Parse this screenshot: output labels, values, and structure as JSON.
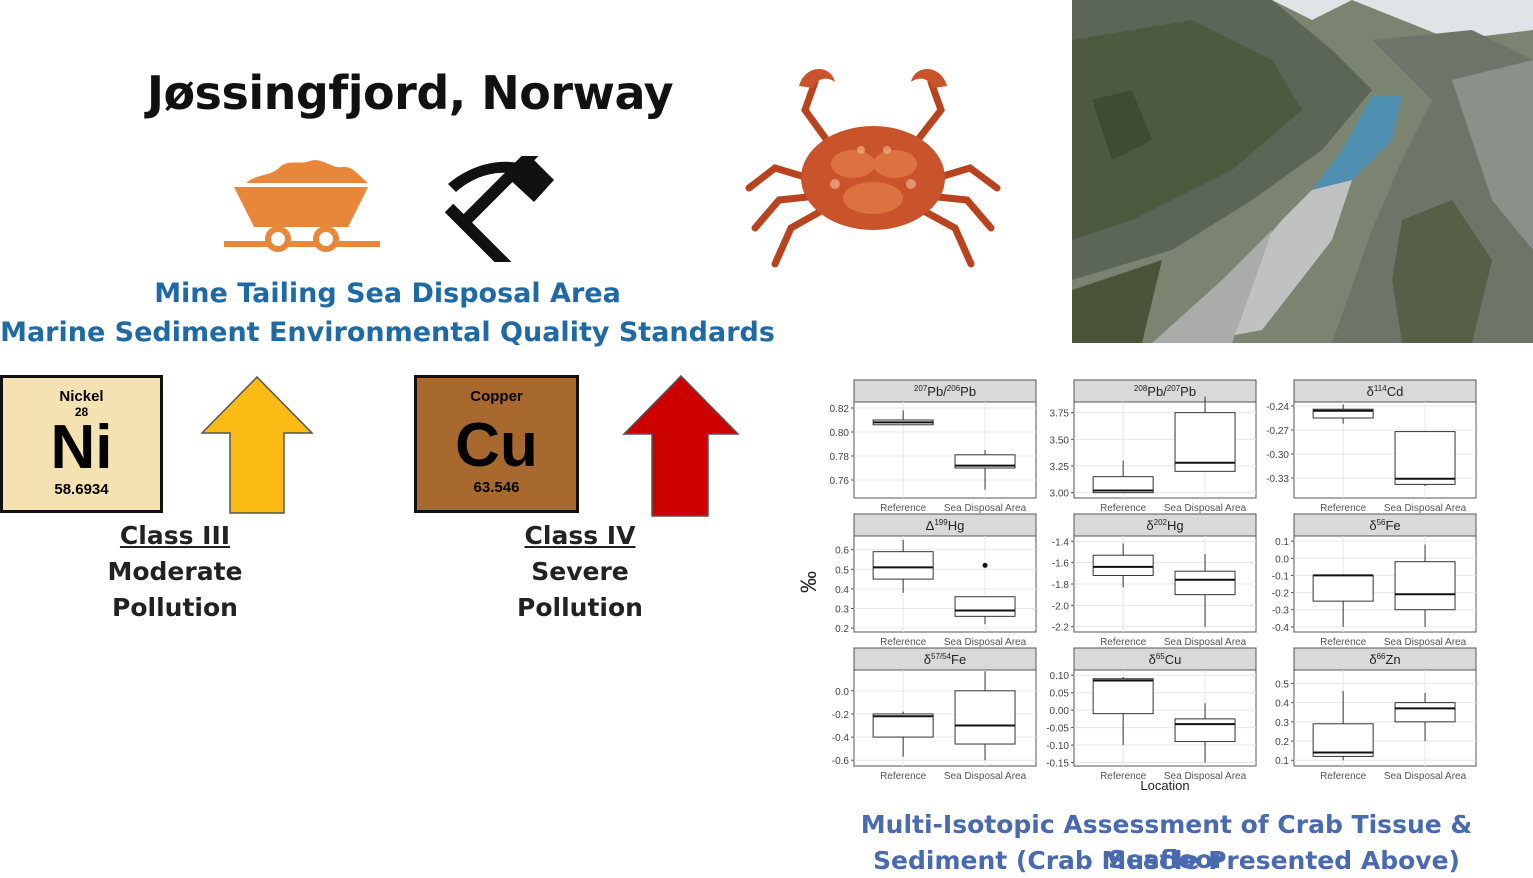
{
  "title": "Jøssingfjord, Norway",
  "subtitle_line1": "Mine Tailing Sea Disposal Area",
  "subtitle_line2": "Marine Sediment Environmental Quality Standards",
  "elements": [
    {
      "name": "Nickel",
      "number": "28",
      "symbol": "Ni",
      "mass": "58.6934",
      "bg": "#f5e2b3"
    },
    {
      "name": "Copper",
      "number": "",
      "symbol": "Cu",
      "mass": "63.546",
      "bg": "#a8692f"
    }
  ],
  "arrow_colors": {
    "nickel": "#fbba14",
    "copper": "#cc0000"
  },
  "icon_colors": {
    "cart": "#e8873a",
    "tools": "#111111"
  },
  "classes": [
    {
      "class": "Class III",
      "line1": "Moderate",
      "line2": "Pollution"
    },
    {
      "class": "Class IV",
      "line1": "Severe",
      "line2": "Pollution"
    }
  ],
  "icons": [
    "mine-cart-icon",
    "hammer-pick-icon",
    "crab-icon",
    "fjord-photo"
  ],
  "caption_line1": "Multi-Isotopic Assessment of Crab Tissue & Seafloor",
  "caption_line2": "Sediment (Crab Muscle Presented Above)",
  "chart_data": {
    "type": "boxplot",
    "ylabel": "‰",
    "xlabel": "Location",
    "categories": [
      "Reference",
      "Sea Disposal Area"
    ],
    "panels": [
      {
        "sup": "207",
        "mid": "Pb/",
        "sup2": "206",
        "tail": "Pb",
        "ylim": [
          0.745,
          0.825
        ],
        "ticks": [
          0.76,
          0.78,
          0.8,
          0.82
        ],
        "tick_labels": [
          "0.76",
          "0.78",
          "0.80",
          "0.82"
        ],
        "boxes": [
          {
            "q1": 0.806,
            "med": 0.808,
            "q3": 0.81,
            "lo": 0.806,
            "hi": 0.818,
            "outliers": []
          },
          {
            "q1": 0.77,
            "med": 0.772,
            "q3": 0.781,
            "lo": 0.752,
            "hi": 0.785,
            "outliers": []
          }
        ]
      },
      {
        "sup": "208",
        "mid": "Pb/",
        "sup2": "207",
        "tail": "Pb",
        "ylim": [
          2.95,
          3.85
        ],
        "ticks": [
          3.0,
          3.25,
          3.5,
          3.75
        ],
        "tick_labels": [
          "3.00",
          "3.25",
          "3.50",
          "3.75"
        ],
        "boxes": [
          {
            "q1": 3.0,
            "med": 3.02,
            "q3": 3.15,
            "lo": 3.0,
            "hi": 3.3,
            "outliers": []
          },
          {
            "q1": 3.2,
            "med": 3.28,
            "q3": 3.75,
            "lo": 3.2,
            "hi": 3.9,
            "outliers": []
          }
        ]
      },
      {
        "sup": "",
        "mid": "δ",
        "sup2": "114",
        "tail": "Cd",
        "ylim": [
          -0.355,
          -0.235
        ],
        "ticks": [
          -0.24,
          -0.27,
          -0.3,
          -0.33
        ],
        "tick_labels": [
          "-0.24",
          "-0.27",
          "-0.30",
          "-0.33"
        ],
        "boxes": [
          {
            "q1": -0.255,
            "med": -0.246,
            "q3": -0.244,
            "lo": -0.262,
            "hi": -0.238,
            "outliers": []
          },
          {
            "q1": -0.338,
            "med": -0.331,
            "q3": -0.272,
            "lo": -0.34,
            "hi": -0.272,
            "outliers": []
          }
        ]
      },
      {
        "sup": "",
        "mid": "Δ",
        "sup2": "199",
        "tail": "Hg",
        "ylim": [
          0.18,
          0.67
        ],
        "ticks": [
          0.2,
          0.3,
          0.4,
          0.5,
          0.6
        ],
        "tick_labels": [
          "0.2",
          "0.3",
          "0.4",
          "0.5",
          "0.6"
        ],
        "boxes": [
          {
            "q1": 0.45,
            "med": 0.51,
            "q3": 0.59,
            "lo": 0.38,
            "hi": 0.65,
            "outliers": []
          },
          {
            "q1": 0.26,
            "med": 0.29,
            "q3": 0.36,
            "lo": 0.22,
            "hi": 0.36,
            "outliers": [
              0.52
            ]
          }
        ]
      },
      {
        "sup": "",
        "mid": "δ",
        "sup2": "202",
        "tail": "Hg",
        "ylim": [
          -2.25,
          -1.35
        ],
        "ticks": [
          -1.4,
          -1.6,
          -1.8,
          -2.0,
          -2.2
        ],
        "tick_labels": [
          "-1.4",
          "-1.6",
          "-1.8",
          "-2.0",
          "-2.2"
        ],
        "boxes": [
          {
            "q1": -1.72,
            "med": -1.64,
            "q3": -1.53,
            "lo": -1.83,
            "hi": -1.42,
            "outliers": []
          },
          {
            "q1": -1.9,
            "med": -1.76,
            "q3": -1.68,
            "lo": -2.2,
            "hi": -1.52,
            "outliers": []
          }
        ]
      },
      {
        "sup": "",
        "mid": "δ",
        "sup2": "56",
        "tail": "Fe",
        "ylim": [
          -0.43,
          0.13
        ],
        "ticks": [
          0.1,
          0.0,
          -0.1,
          -0.2,
          -0.3,
          -0.4
        ],
        "tick_labels": [
          "0.1",
          "0.0",
          "-0.1",
          "-0.2",
          "-0.3",
          "-0.4"
        ],
        "boxes": [
          {
            "q1": -0.25,
            "med": -0.1,
            "q3": -0.1,
            "lo": -0.4,
            "hi": -0.1,
            "outliers": []
          },
          {
            "q1": -0.3,
            "med": -0.21,
            "q3": -0.02,
            "lo": -0.4,
            "hi": 0.08,
            "outliers": []
          }
        ]
      },
      {
        "sup": "",
        "mid": "δ",
        "sup2": "57/54",
        "tail": "Fe",
        "ylim": [
          -0.65,
          0.18
        ],
        "ticks": [
          0.0,
          -0.2,
          -0.4,
          -0.6
        ],
        "tick_labels": [
          "0.0",
          "-0.2",
          "-0.4",
          "-0.6"
        ],
        "boxes": [
          {
            "q1": -0.4,
            "med": -0.22,
            "q3": -0.2,
            "lo": -0.57,
            "hi": -0.18,
            "outliers": []
          },
          {
            "q1": -0.46,
            "med": -0.3,
            "q3": 0.0,
            "lo": -0.6,
            "hi": 0.17,
            "outliers": []
          }
        ]
      },
      {
        "sup": "",
        "mid": "δ",
        "sup2": "65",
        "tail": "Cu",
        "ylim": [
          -0.16,
          0.115
        ],
        "ticks": [
          0.1,
          0.05,
          0.0,
          -0.05,
          -0.1,
          -0.15
        ],
        "tick_labels": [
          "0.10",
          "0.05",
          "0.00",
          "-0.05",
          "-0.10",
          "-0.15"
        ],
        "boxes": [
          {
            "q1": -0.01,
            "med": 0.085,
            "q3": 0.09,
            "lo": -0.1,
            "hi": 0.095,
            "outliers": []
          },
          {
            "q1": -0.09,
            "med": -0.04,
            "q3": -0.025,
            "lo": -0.15,
            "hi": 0.02,
            "outliers": []
          }
        ]
      },
      {
        "sup": "",
        "mid": "δ",
        "sup2": "66",
        "tail": "Zn",
        "ylim": [
          0.07,
          0.57
        ],
        "ticks": [
          0.1,
          0.2,
          0.3,
          0.4,
          0.5
        ],
        "tick_labels": [
          "0.1",
          "0.2",
          "0.3",
          "0.4",
          "0.5"
        ],
        "boxes": [
          {
            "q1": 0.12,
            "med": 0.14,
            "q3": 0.29,
            "lo": 0.1,
            "hi": 0.46,
            "outliers": []
          },
          {
            "q1": 0.3,
            "med": 0.37,
            "q3": 0.4,
            "lo": 0.2,
            "hi": 0.45,
            "outliers": []
          }
        ]
      }
    ]
  }
}
